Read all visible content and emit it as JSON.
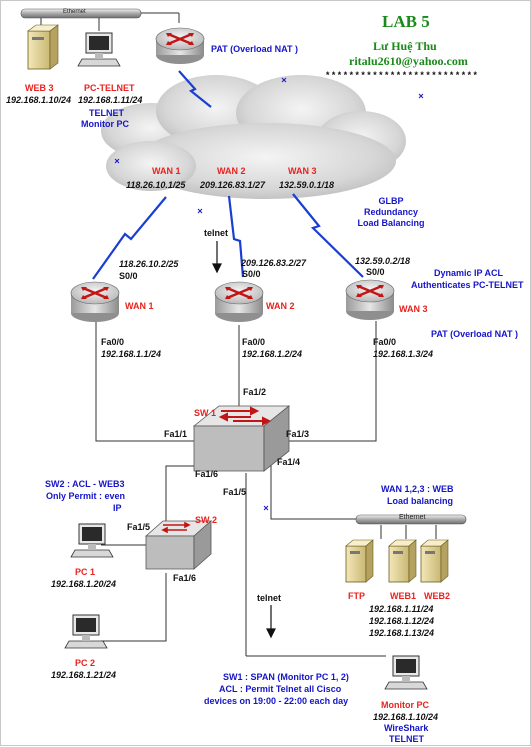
{
  "header": {
    "title": "LAB 5",
    "author": "Lư Huệ Thu",
    "email": "ritalu2610@yahoo.com",
    "stars": "**************************"
  },
  "top_left": {
    "ethernet_label": "Ethernet",
    "web3_name": "WEB 3",
    "web3_ip": "192.168.1.10/24",
    "pctelnet_name": "PC-TELNET",
    "pctelnet_ip": "192.168.1.11/24",
    "note_line1": "TELNET",
    "note_line2": "Monitor PC"
  },
  "isp_router": {
    "label": "PAT (Overload NAT )"
  },
  "cloud": {
    "wan1": {
      "name": "WAN 1",
      "ip": "118.26.10.1/25"
    },
    "wan2": {
      "name": "WAN 2",
      "ip": "209.126.83.1/27"
    },
    "wan3": {
      "name": "WAN 3",
      "ip": "132.59.0.1/18"
    }
  },
  "glbp": {
    "line1": "GLBP",
    "line2": "Redundancy",
    "line3": "Load  Balancing"
  },
  "telnet_top": "telnet",
  "routers": [
    {
      "name": "WAN 1",
      "serial_ip": "118.26.10.2/25",
      "serial_if": "S0/0",
      "fa_if": "Fa0/0",
      "fa_ip": "192.168.1.1/24"
    },
    {
      "name": "WAN 2",
      "serial_ip": "209.126.83.2/27",
      "serial_if": "S0/0",
      "fa_if": "Fa0/0",
      "fa_ip": "192.168.1.2/24"
    },
    {
      "name": "WAN 3",
      "serial_ip": "132.59.0.2/18",
      "serial_if": "S0/0",
      "fa_if": "Fa0/0",
      "fa_ip": "192.168.1.3/24"
    }
  ],
  "acl_note": {
    "line1": "Dynamic IP ACL",
    "line2": "Authenticates PC-TELNET"
  },
  "wan3_pat": "PAT (Overload NAT )",
  "sw1": {
    "name": "SW 1",
    "fa12": "Fa1/2",
    "fa11": "Fa1/1",
    "fa13": "Fa1/3",
    "fa14": "Fa1/4",
    "fa16": "Fa1/6",
    "fa15": "Fa1/5"
  },
  "sw2": {
    "name": "SW 2",
    "fa15": "Fa1/5",
    "fa16": "Fa1/6"
  },
  "sw2_note": {
    "line1": "SW2 : ACL -  WEB3",
    "line2": "Only Permit  : even",
    "line3": "IP"
  },
  "web_lb": {
    "line1": "WAN 1,2,3 : WEB",
    "line2": "Load balancing",
    "ethernet_label": "Ethernet"
  },
  "servers": [
    {
      "name": "FTP",
      "ip": "192.168.1.11/24"
    },
    {
      "name": "WEB1",
      "ip": "192.168.1.12/24"
    },
    {
      "name": "WEB2",
      "ip": "192.168.1.13/24"
    }
  ],
  "pcs": [
    {
      "name": "PC 1",
      "ip": "192.168.1.20/24"
    },
    {
      "name": "PC 2",
      "ip": "192.168.1.21/24"
    }
  ],
  "telnet_bottom": "telnet",
  "span_note": {
    "line1": "SW1 : SPAN (Monitor PC 1, 2)",
    "line2": "ACL : Permit  Telnet  all Cisco",
    "line3": "devices on 19:00 - 22:00 each day"
  },
  "monitor_pc": {
    "name": "Monitor PC",
    "ip": "192.168.1.10/24",
    "line3": "WireShark",
    "line4": "TELNET"
  },
  "colors": {
    "red": "#e8231e",
    "blue": "#1515c8",
    "title_green": "#1a8a1a",
    "serial_blue": "#1a3fd0"
  }
}
